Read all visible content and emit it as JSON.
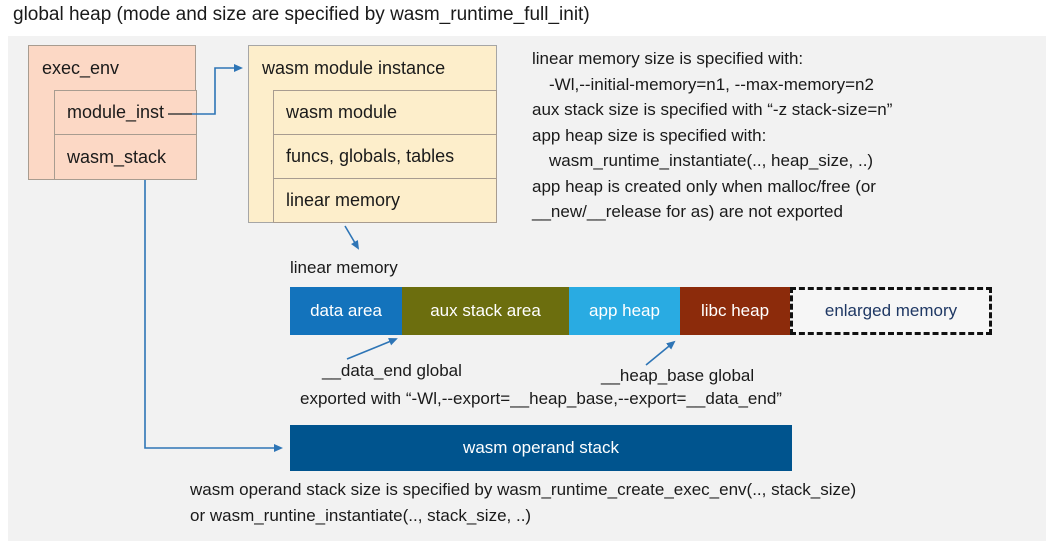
{
  "title": "global heap (mode and size are specified by wasm_runtime_full_init)",
  "exec_env_box": {
    "header": "exec_env",
    "rows": [
      {
        "label": "module_inst"
      },
      {
        "label": "wasm_stack"
      }
    ]
  },
  "module_instance_box": {
    "header": "wasm module instance",
    "rows": [
      {
        "label": "wasm module"
      },
      {
        "label": "funcs, globals, tables"
      },
      {
        "label": "linear memory"
      }
    ]
  },
  "notes_right": {
    "lines": [
      "linear memory size is specified with:",
      "-Wl,--initial-memory=n1, --max-memory=n2",
      "aux stack size is specified with “-z stack-size=n”",
      "app heap size is specified with:",
      "wasm_runtime_instantiate(.., heap_size, ..)",
      "app heap is created only when malloc/free (or",
      "__new/__release for as) are not exported"
    ]
  },
  "linear_memory": {
    "label": "linear memory",
    "segments": [
      {
        "label": "data area",
        "color": "#1373bc"
      },
      {
        "label": "aux stack area",
        "color": "#6c6e0e"
      },
      {
        "label": "app heap",
        "color": "#29abe2"
      },
      {
        "label": "libc heap",
        "color": "#8c2b0b"
      },
      {
        "label": "enlarged memory",
        "color": "#f6f6f6"
      }
    ],
    "annotations": {
      "data_end": "__data_end global",
      "heap_base": "__heap_base global",
      "exported": "exported with “-Wl,--export=__heap_base,--export=__data_end”"
    }
  },
  "operand_stack": {
    "label": "wasm operand stack",
    "color": "#00548e"
  },
  "notes_bottom": {
    "lines": [
      "wasm operand stack size is specified by wasm_runtime_create_exec_env(.., stack_size)",
      "or wasm_runtine_instantiate(.., stack_size, ..)"
    ]
  },
  "colors": {
    "accent_arrow": "#2e75b6",
    "panel_bg": "#f2f2f2",
    "exec_env_fill": "#fcd8c5",
    "instance_fill": "#fdeecb",
    "enlarged_text": "#1f3864",
    "operand_bar": "#00548e"
  }
}
